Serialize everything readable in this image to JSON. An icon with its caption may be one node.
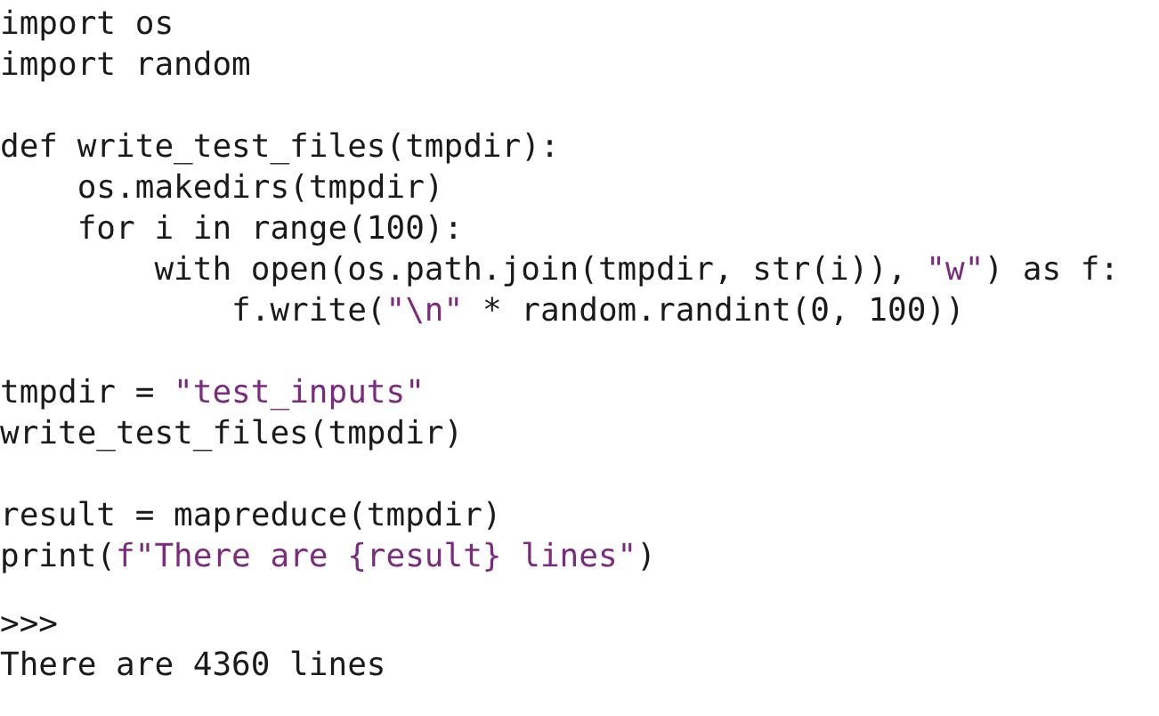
{
  "diagram": {
    "labels": [
      "import os",
      "import random",
      "def write_test_files(tmpdir):",
      "    os.makedirs(tmpdir)",
      "    for i in range(100):",
      "        with open(os.path.join(tmpdir, str(i)), \"w\") as f:",
      "            f.write(\"\\n\" * random.randint(0, 100))",
      "tmpdir = \"test_inputs\"",
      "write_test_files(tmpdir)",
      "result = mapreduce(tmpdir)",
      "print(f\"There are {result} lines\")",
      ">>>",
      "There are 4360 lines"
    ]
  }
}
